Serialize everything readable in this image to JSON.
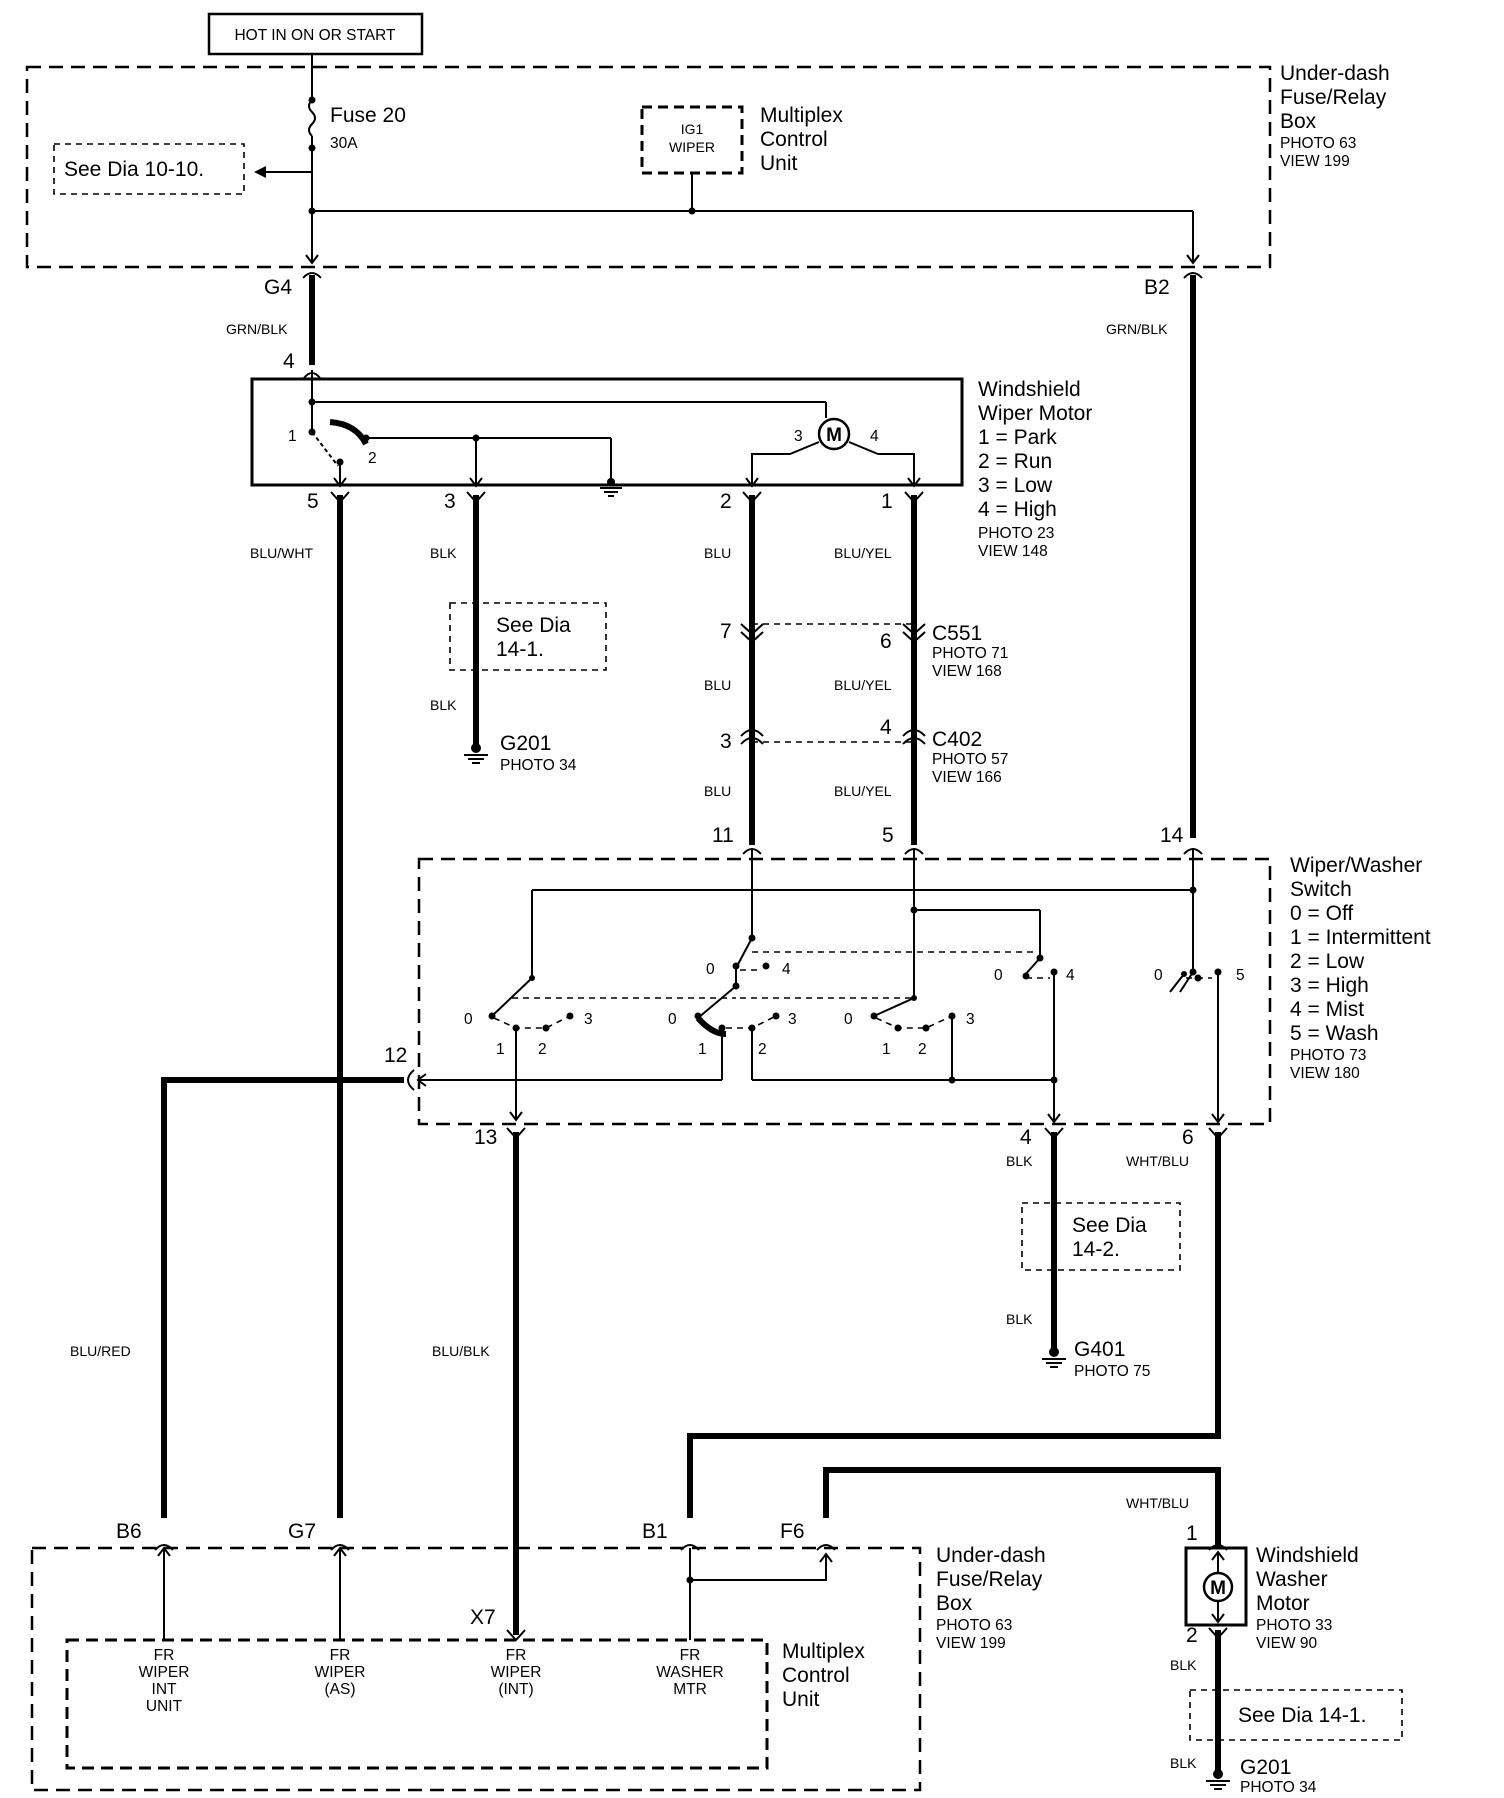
{
  "supply": {
    "label": "HOT IN ON OR START"
  },
  "top_box": {
    "name": "Under-dash Fuse/Relay Box",
    "lines": [
      "Under-dash",
      "Fuse/Relay",
      "Box"
    ],
    "photo": "PHOTO 63",
    "view": "VIEW 199",
    "fuse_name": "Fuse 20",
    "fuse_rating": "30A",
    "see_ref": "See Dia 10-10.",
    "mcu_inner": [
      "IG1",
      "WIPER"
    ],
    "mcu_lines": [
      "Multiplex",
      "Control",
      "Unit"
    ],
    "pin_left": "G4",
    "pin_right": "B2"
  },
  "wiper_motor": {
    "lines": [
      "Windshield",
      "Wiper Motor"
    ],
    "positions": [
      "1 = Park",
      "2 = Run",
      "3 = Low",
      "4 = High"
    ],
    "photo": "PHOTO 23",
    "view": "VIEW 148",
    "pin_top": "4",
    "pins_bottom": [
      "5",
      "3",
      "2",
      "1"
    ],
    "inner_labels": [
      "1",
      "2",
      "3",
      "4"
    ],
    "motor_symbol": "M"
  },
  "wires": {
    "grn_blk": "GRN/BLK",
    "blu_wht": "BLU/WHT",
    "blk": "BLK",
    "blu": "BLU",
    "blu_yel": "BLU/YEL",
    "blu_red": "BLU/RED",
    "blu_blk": "BLU/BLK",
    "wht_blu": "WHT/BLU"
  },
  "ground_g201_upper": {
    "name": "G201",
    "photo": "PHOTO 34",
    "see_ref": [
      "See Dia",
      "14-1."
    ]
  },
  "connector_c551": {
    "name": "C551",
    "photo": "PHOTO 71",
    "view": "VIEW 168",
    "pin_left": "7",
    "pin_right": "6"
  },
  "connector_c402": {
    "name": "C402",
    "photo": "PHOTO 57",
    "view": "VIEW 166",
    "pin_left": "3",
    "pin_right": "4"
  },
  "switch": {
    "lines": [
      "Wiper/Washer",
      "Switch"
    ],
    "positions": [
      "0 = Off",
      "1 = Intermittent",
      "2 = Low",
      "3 = High",
      "4 = Mist",
      "5 = Wash"
    ],
    "photo": "PHOTO 73",
    "view": "VIEW 180",
    "pins_top": [
      "11",
      "5",
      "14"
    ],
    "pin_left": "12",
    "pins_bottom": [
      "13",
      "4",
      "6"
    ],
    "contact_labels": [
      "0",
      "1",
      "2",
      "3",
      "4",
      "5"
    ]
  },
  "ground_g401": {
    "name": "G401",
    "photo": "PHOTO 75",
    "see_ref": [
      "See Dia",
      "14-2."
    ]
  },
  "bottom_box": {
    "lines": [
      "Under-dash",
      "Fuse/Relay",
      "Box"
    ],
    "photo": "PHOTO 63",
    "view": "VIEW 199",
    "pins": [
      "B6",
      "G7",
      "X7",
      "B1",
      "F6"
    ],
    "mcu_lines": [
      "Multiplex",
      "Control",
      "Unit"
    ],
    "inputs": [
      [
        "FR",
        "WIPER",
        "INT",
        "UNIT"
      ],
      [
        "FR",
        "WIPER",
        "(AS)"
      ],
      [
        "FR",
        "WIPER",
        "(INT)"
      ],
      [
        "FR",
        "WASHER",
        "MTR"
      ]
    ]
  },
  "washer_motor": {
    "lines": [
      "Windshield",
      "Washer",
      "Motor"
    ],
    "photo": "PHOTO 33",
    "view": "VIEW 90",
    "pin_top": "1",
    "pin_bottom": "2",
    "motor_symbol": "M"
  },
  "ground_g201_lower": {
    "name": "G201",
    "photo": "PHOTO 34",
    "see_ref": "See Dia 14-1."
  }
}
